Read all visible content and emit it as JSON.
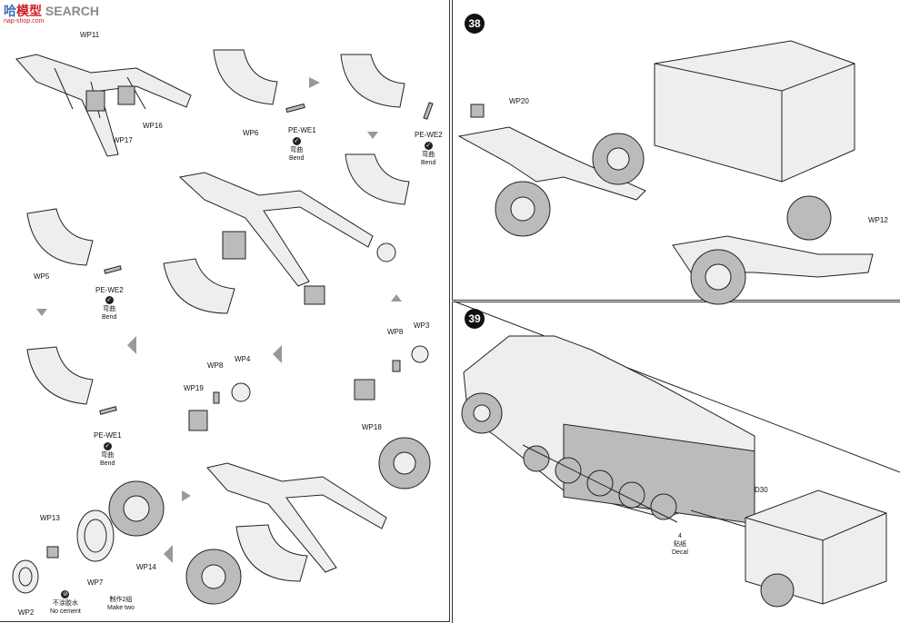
{
  "watermark": {
    "brand_a": "哈",
    "brand_b": "SEARCH",
    "brand_mid": "模型",
    "sub": "nap-shop.com"
  },
  "steps": {
    "s38": "38",
    "s39": "39"
  },
  "labels": {
    "wp11": "WP11",
    "wp16": "WP16",
    "wp17": "WP17",
    "wp6": "WP6",
    "pewe1_a": "PE-WE1",
    "pewe2_a": "PE-WE2",
    "wp5": "WP5",
    "pewe2_b": "PE-WE2",
    "pewe1_b": "PE-WE1",
    "wp8_a": "WP8",
    "wp3": "WP3",
    "wp8_b": "WP8",
    "wp4": "WP4",
    "wp19": "WP19",
    "wp18": "WP18",
    "wp13": "WP13",
    "wp7": "WP7",
    "wp14": "WP14",
    "wp2": "WP2",
    "wp20": "WP20",
    "wp12": "WP12",
    "d30": "D30",
    "decal_num": "4"
  },
  "notes": {
    "bend_cn": "弯曲",
    "bend_en": "Bend",
    "nocement_cn": "不涂胶水",
    "nocement_en": "No cement",
    "maketwo_cn": "制作2组",
    "maketwo_en": "Make two",
    "decal_cn": "贴纸",
    "decal_en": "Decal"
  }
}
